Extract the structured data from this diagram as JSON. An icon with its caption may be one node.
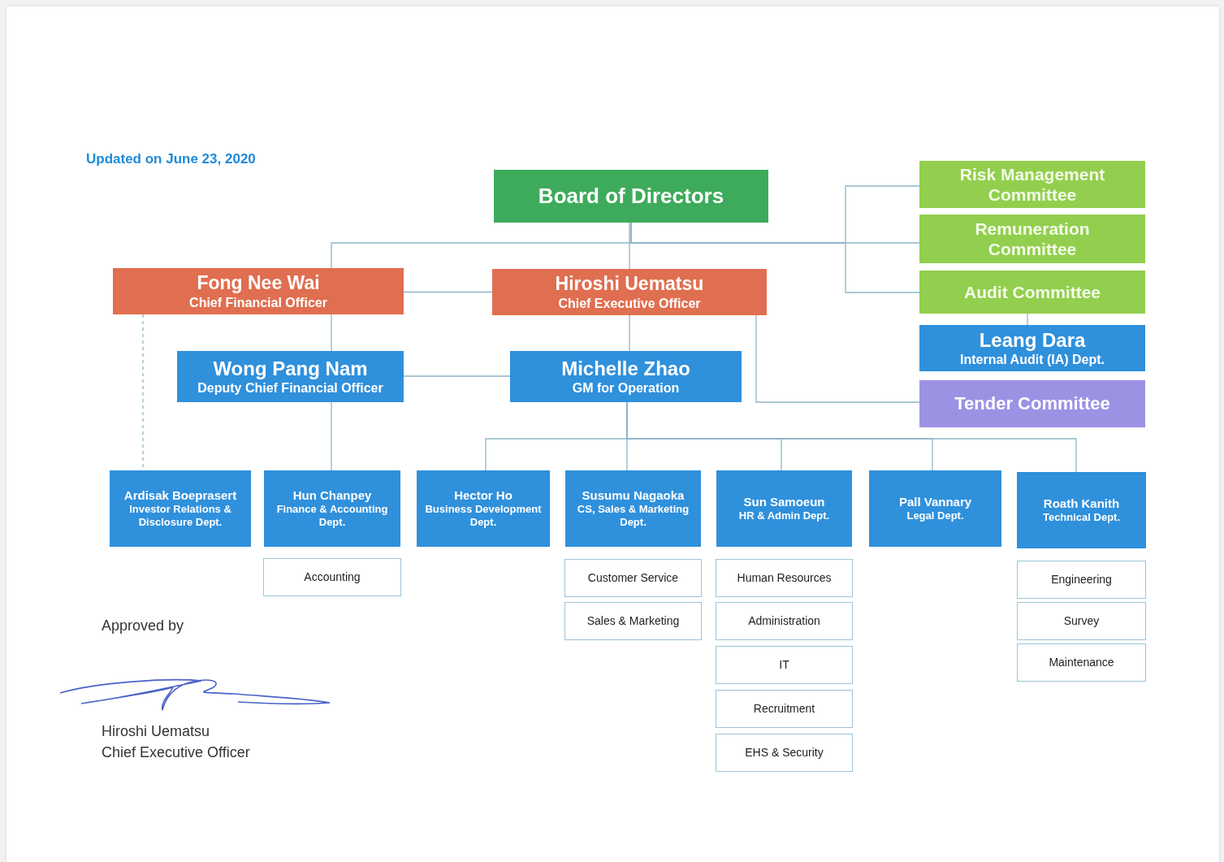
{
  "diagram": {
    "nodes": [
      {
        "text": [
          "Board of Directors"
        ]
      },
      {
        "text": [
          "Risk Management Committee"
        ]
      },
      {
        "text": [
          "Remuneration Committee"
        ]
      },
      {
        "text": [
          "Audit Committee"
        ]
      },
      {
        "text": [
          "Leang Dara",
          "Internal Audit (IA) Dept."
        ]
      },
      {
        "text": [
          "Tender Committee"
        ]
      },
      {
        "text": [
          "Fong Nee Wai",
          "Chief Financial Officer"
        ]
      },
      {
        "text": [
          "Hiroshi Uematsu",
          "Chief Executive Officer"
        ]
      },
      {
        "text": [
          "Wong Pang Nam",
          "Deputy Chief Financial Officer"
        ]
      },
      {
        "text": [
          "Michelle Zhao",
          "GM for Operation"
        ]
      },
      {
        "text": [
          "Ardisak Boeprasert",
          "Investor Relations & Disclosure Dept."
        ]
      },
      {
        "text": [
          "Hun Chanpey",
          "Finance & Accounting Dept."
        ]
      },
      {
        "text": [
          "Hector Ho",
          "Business Development Dept."
        ]
      },
      {
        "text": [
          "Susumu Nagaoka",
          "CS, Sales & Marketing Dept."
        ]
      },
      {
        "text": [
          "Sun Samoeun",
          "HR & Admin Dept."
        ]
      },
      {
        "text": [
          "Pall Vannary",
          "Legal Dept."
        ]
      },
      {
        "text": [
          "Roath Kanith",
          "Technical Dept."
        ]
      },
      {
        "text": [
          "Accounting"
        ]
      },
      {
        "text": [
          "Customer Service"
        ]
      },
      {
        "text": [
          "Sales & Marketing"
        ]
      },
      {
        "text": [
          "Human Resources"
        ]
      },
      {
        "text": [
          "Administration"
        ]
      },
      {
        "text": [
          "IT"
        ]
      },
      {
        "text": [
          "Recruitment"
        ]
      },
      {
        "text": [
          "EHS & Security"
        ]
      },
      {
        "text": [
          "Engineering"
        ]
      },
      {
        "text": [
          "Survey"
        ]
      },
      {
        "text": [
          "Maintenance"
        ]
      }
    ],
    "edges": [
      {
        "from": 0,
        "to": 7,
        "arrow": "none"
      },
      {
        "from": 0,
        "to": 6,
        "arrow": "none"
      },
      {
        "from": 0,
        "to": 1,
        "arrow": "none"
      },
      {
        "from": 0,
        "to": 2,
        "arrow": "none"
      },
      {
        "from": 0,
        "to": 3,
        "arrow": "none"
      },
      {
        "from": 6,
        "to": 7,
        "arrow": "none"
      },
      {
        "from": 6,
        "to": 8,
        "arrow": "none"
      },
      {
        "from": 8,
        "to": 9,
        "arrow": "none"
      },
      {
        "from": 6,
        "to": 10,
        "arrow": "none",
        "style": "dashed"
      },
      {
        "from": 8,
        "to": 11,
        "arrow": "none"
      },
      {
        "from": 7,
        "to": 9,
        "arrow": "none"
      },
      {
        "from": 7,
        "to": 5,
        "arrow": "none"
      },
      {
        "from": 3,
        "to": 4,
        "arrow": "none"
      },
      {
        "from": 9,
        "to": 12,
        "arrow": "none"
      },
      {
        "from": 9,
        "to": 13,
        "arrow": "none"
      },
      {
        "from": 9,
        "to": 14,
        "arrow": "none"
      },
      {
        "from": 9,
        "to": 15,
        "arrow": "none"
      },
      {
        "from": 9,
        "to": 16,
        "arrow": "none"
      }
    ],
    "labels": [
      "Updated on June 23, 2020",
      "Approved by",
      "Hiroshi Uematsu",
      "Chief Executive Officer"
    ]
  }
}
